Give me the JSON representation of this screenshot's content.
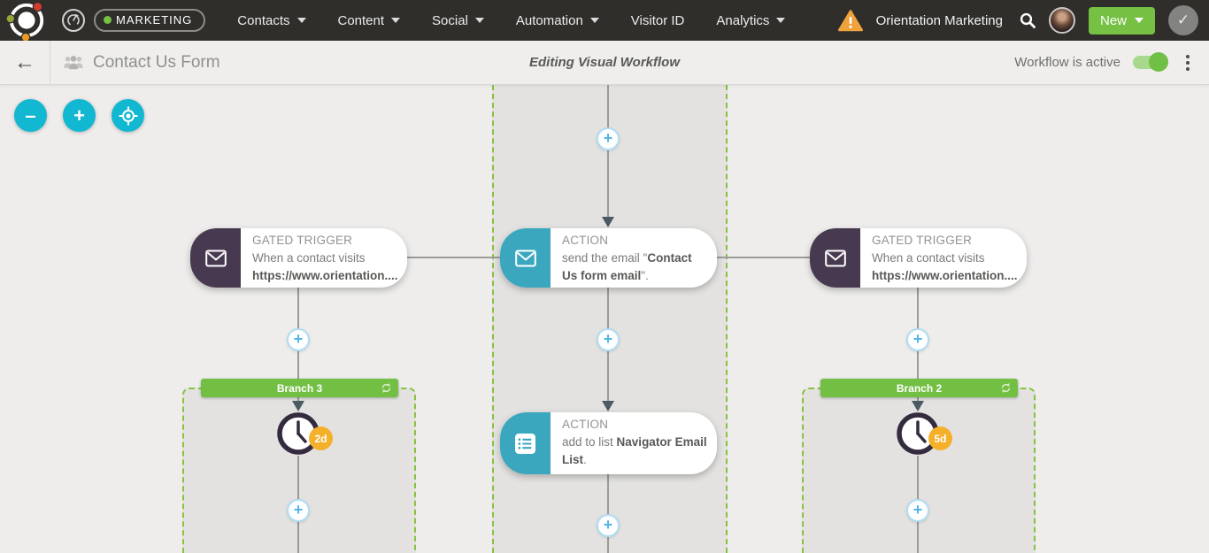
{
  "navbar": {
    "badge": "MARKETING",
    "items": [
      {
        "label": "Contacts"
      },
      {
        "label": "Content"
      },
      {
        "label": "Social"
      },
      {
        "label": "Automation"
      },
      {
        "label": "Visitor ID"
      },
      {
        "label": "Analytics"
      }
    ],
    "account": "Orientation Marketing",
    "new_button": "New"
  },
  "toolbar": {
    "title": "Contact Us Form",
    "mode": "Editing Visual Workflow",
    "status": "Workflow is active"
  },
  "workflow": {
    "trigger_left": {
      "type": "GATED TRIGGER",
      "line1": "When a contact visits",
      "line2": "https://www.orientation...."
    },
    "action_email": {
      "type": "ACTION",
      "pre": "send the email \"",
      "bold": "Contact Us form email",
      "post": "\"."
    },
    "trigger_right": {
      "type": "GATED TRIGGER",
      "line1": "When a contact visits",
      "line2": "https://www.orientation...."
    },
    "action_list": {
      "type": "ACTION",
      "pre": "add to list ",
      "bold": "Navigator Email List",
      "post": "."
    },
    "branch_left": {
      "label": "Branch 3",
      "delay": "2d"
    },
    "branch_right": {
      "label": "Branch 2",
      "delay": "5d"
    }
  },
  "icons": {
    "plus": "+",
    "minus": "–",
    "check": "✓",
    "back": "←"
  },
  "colors": {
    "green": "#76c044",
    "teal": "#3aa7bf",
    "purple": "#473a50",
    "badge_orange": "#f4b02a",
    "cyan": "#12b7d1",
    "warning_orange": "#f0a23c",
    "dash_green": "#85c23e"
  }
}
